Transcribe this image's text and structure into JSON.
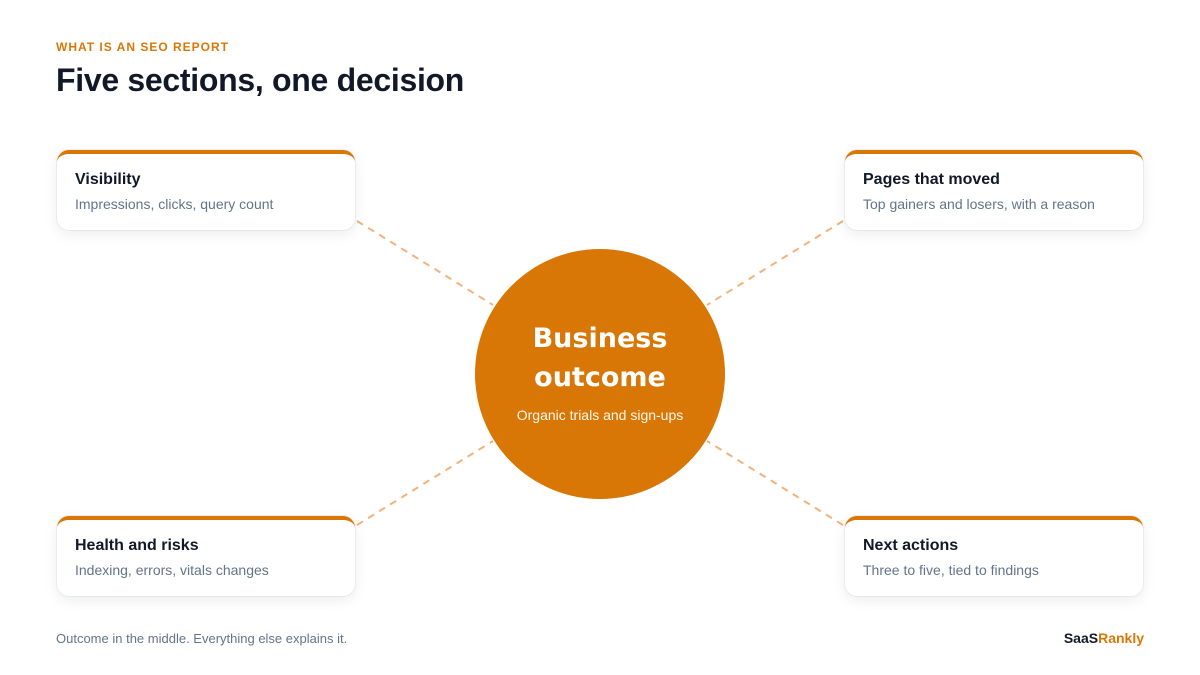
{
  "header": {
    "eyebrow": "WHAT IS AN SEO REPORT",
    "title": "Five sections, one decision"
  },
  "hub": {
    "title": "Business outcome",
    "subtitle": "Organic trials and sign-ups"
  },
  "cards": [
    {
      "title": "Visibility",
      "description": "Impressions, clicks, query count"
    },
    {
      "title": "Pages that moved",
      "description": "Top gainers and losers, with a reason"
    },
    {
      "title": "Health and risks",
      "description": "Indexing, errors, vitals changes"
    },
    {
      "title": "Next actions",
      "description": "Three to five, tied to findings"
    }
  ],
  "footer": {
    "note": "Outcome in the middle. Everything else explains it.",
    "brand_part1": "SaaS",
    "brand_part2": "Rankly"
  },
  "colors": {
    "accent": "#D97706",
    "connector": "#F4B27A",
    "text_dark": "#111827",
    "text_muted": "#64748B"
  }
}
